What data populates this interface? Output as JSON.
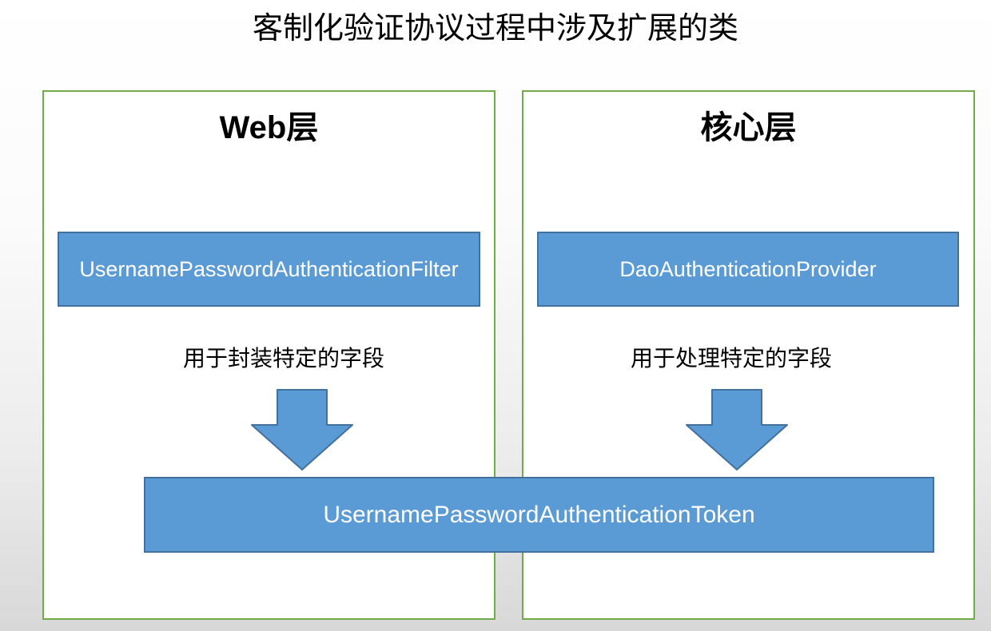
{
  "title": "客制化验证协议过程中涉及扩展的类",
  "colors": {
    "box_fill": "#5B9BD5",
    "box_border": "#41719C",
    "panel_border": "#70AD47",
    "text_on_box": "#ffffff",
    "background_bottom": "#d8d8d8"
  },
  "panels": [
    {
      "heading": "Web层",
      "class_name": "UsernamePasswordAuthenticationFilter",
      "caption": "用于封装特定的字段"
    },
    {
      "heading": "核心层",
      "class_name": "DaoAuthenticationProvider",
      "caption": "用于处理特定的字段"
    }
  ],
  "shared_box": {
    "label": "UsernamePasswordAuthenticationToken"
  }
}
